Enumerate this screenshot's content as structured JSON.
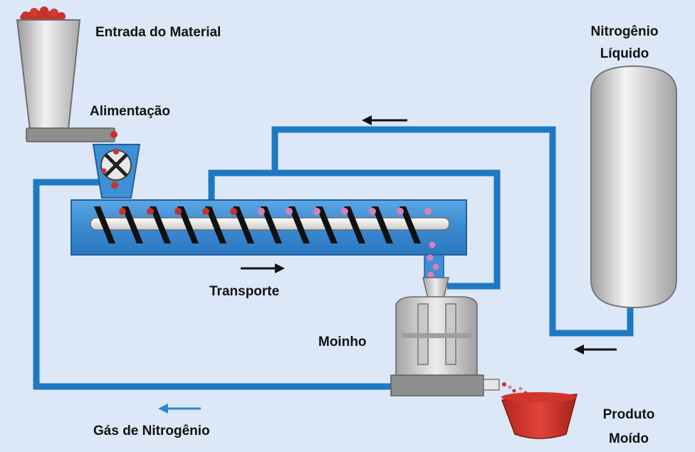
{
  "labels": {
    "material_input": "Entrada do Material",
    "feeding": "Alimentação",
    "nitrogen_liquid_line1": "Nitrogênio",
    "nitrogen_liquid_line2": "Líquido",
    "transport": "Transporte",
    "mill": "Moinho",
    "product_line1": "Produto",
    "product_line2": "Moído",
    "nitrogen_gas": "Gás de Nitrogênio"
  },
  "colors": {
    "background": "#dce8f7",
    "pipe": "#1e78c2",
    "conveyor": "#3d8fd6",
    "arrow_dark": "#111111",
    "arrow_blue": "#2c86d0",
    "material_red": "#c8322a",
    "material_pink": "#d97fb8",
    "steel": "#c8c8c8"
  },
  "icons": {
    "hopper": "hopper-icon",
    "rotary_valve": "rotary-valve-icon",
    "screw_conveyor": "screw-conveyor-icon",
    "tank": "nitrogen-tank-icon",
    "mill": "mill-icon",
    "product_bowl": "product-bowl-icon"
  }
}
